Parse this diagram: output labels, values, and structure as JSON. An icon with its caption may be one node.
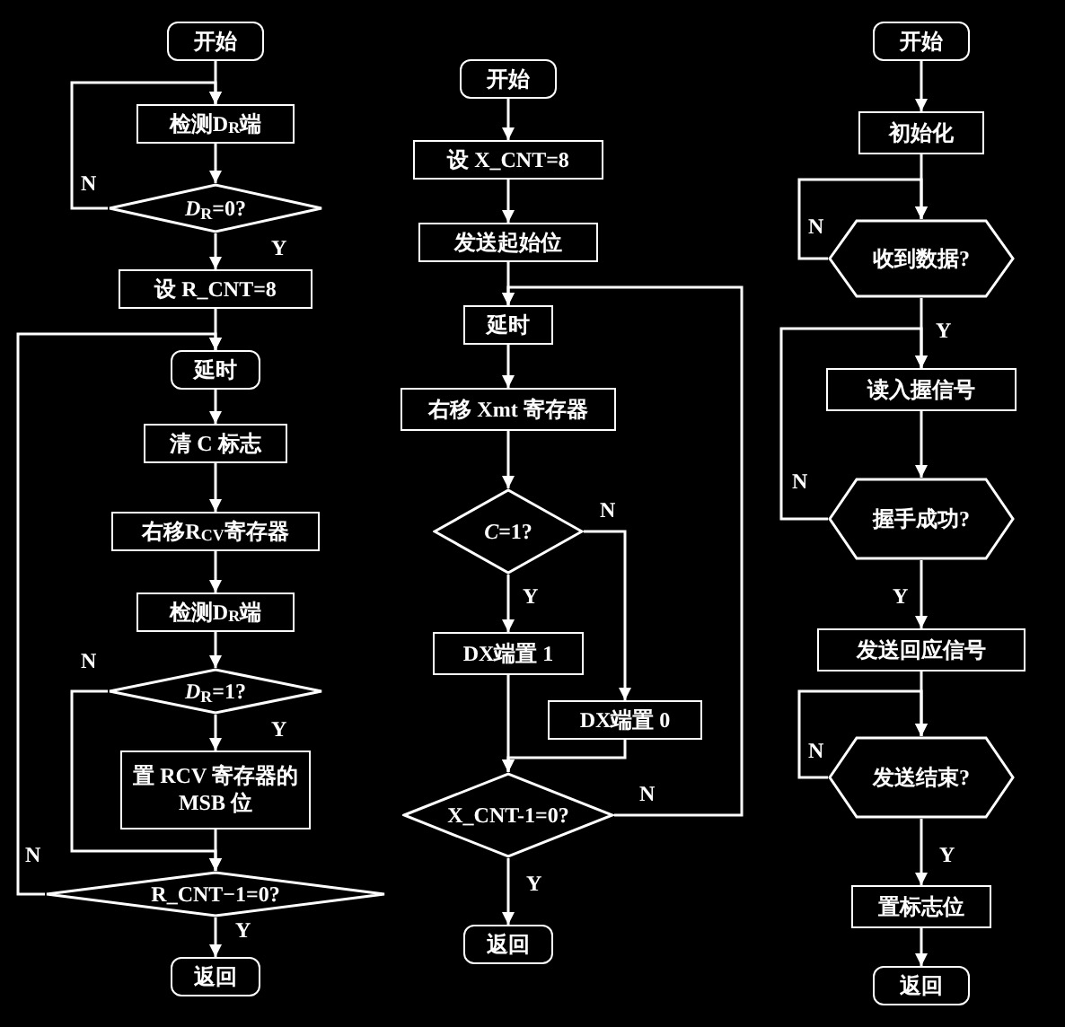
{
  "diagram": {
    "nodes": [
      {
        "text": [
          "开始"
        ]
      },
      {
        "text": [
          "检测D$_{R}$端"
        ]
      },
      {
        "text": [
          "*D*$_{R}$=0?"
        ]
      },
      {
        "text": [
          "设 R_CNT=8"
        ]
      },
      {
        "text": [
          "延时"
        ]
      },
      {
        "text": [
          "清 C 标志"
        ]
      },
      {
        "text": [
          "右移R$_{CV}$寄存器"
        ]
      },
      {
        "text": [
          "检测D$_{R}$端"
        ]
      },
      {
        "text": [
          "*D*$_{R}$=1?"
        ]
      },
      {
        "text": [
          "置 RCV 寄存器的 MSB 位"
        ]
      },
      {
        "text": [
          "R_CNT−1=0?"
        ]
      },
      {
        "text": [
          "返回"
        ]
      },
      {
        "text": [
          "开始"
        ]
      },
      {
        "text": [
          "设 X_CNT=8"
        ]
      },
      {
        "text": [
          "发送起始位"
        ]
      },
      {
        "text": [
          "延时"
        ]
      },
      {
        "text": [
          "右移 Xmt 寄存器"
        ]
      },
      {
        "text": [
          "*C*=1?"
        ]
      },
      {
        "text": [
          "DX端置 1"
        ]
      },
      {
        "text": [
          "DX端置 0"
        ]
      },
      {
        "text": [
          "X_CNT-1=0?"
        ]
      },
      {
        "text": [
          "返回"
        ]
      },
      {
        "text": [
          "开始"
        ]
      },
      {
        "text": [
          "初始化"
        ]
      },
      {
        "text": [
          "收到数据?"
        ]
      },
      {
        "text": [
          "读入握信号"
        ]
      },
      {
        "text": [
          "握手成功?"
        ]
      },
      {
        "text": [
          "发送回应信号"
        ]
      },
      {
        "text": [
          "发送结束?"
        ]
      },
      {
        "text": [
          "置标志位"
        ]
      },
      {
        "text": [
          "返回"
        ]
      }
    ],
    "edges": [
      {
        "from": 0,
        "to": 1,
        "arrow": "to"
      },
      {
        "from": 1,
        "to": 2,
        "arrow": "to"
      },
      {
        "from": 2,
        "to": 1,
        "arrow": "to",
        "label": "N"
      },
      {
        "from": 2,
        "to": 3,
        "arrow": "to",
        "label": "Y"
      },
      {
        "from": 3,
        "to": 4,
        "arrow": "to"
      },
      {
        "from": 4,
        "to": 5,
        "arrow": "to"
      },
      {
        "from": 5,
        "to": 6,
        "arrow": "to"
      },
      {
        "from": 6,
        "to": 7,
        "arrow": "to"
      },
      {
        "from": 7,
        "to": 8,
        "arrow": "to"
      },
      {
        "from": 8,
        "to": 9,
        "arrow": "to",
        "label": "Y"
      },
      {
        "from": 8,
        "to": 10,
        "arrow": "to",
        "label": "N"
      },
      {
        "from": 9,
        "to": 10,
        "arrow": "to"
      },
      {
        "from": 10,
        "to": 4,
        "arrow": "to",
        "label": "N"
      },
      {
        "from": 10,
        "to": 11,
        "arrow": "to",
        "label": "Y"
      },
      {
        "from": 12,
        "to": 13,
        "arrow": "to"
      },
      {
        "from": 13,
        "to": 14,
        "arrow": "to"
      },
      {
        "from": 14,
        "to": 15,
        "arrow": "to"
      },
      {
        "from": 15,
        "to": 16,
        "arrow": "to"
      },
      {
        "from": 16,
        "to": 17,
        "arrow": "to"
      },
      {
        "from": 17,
        "to": 18,
        "arrow": "to",
        "label": "Y"
      },
      {
        "from": 17,
        "to": 19,
        "arrow": "to",
        "label": "N"
      },
      {
        "from": 18,
        "to": 20,
        "arrow": "to"
      },
      {
        "from": 19,
        "to": 20,
        "arrow": "to"
      },
      {
        "from": 20,
        "to": 15,
        "arrow": "to",
        "label": "N"
      },
      {
        "from": 20,
        "to": 21,
        "arrow": "to",
        "label": "Y"
      },
      {
        "from": 22,
        "to": 23,
        "arrow": "to"
      },
      {
        "from": 23,
        "to": 24,
        "arrow": "to"
      },
      {
        "from": 24,
        "to": 24,
        "arrow": "to",
        "label": "N"
      },
      {
        "from": 24,
        "to": 25,
        "arrow": "to",
        "label": "Y"
      },
      {
        "from": 25,
        "to": 26,
        "arrow": "to"
      },
      {
        "from": 26,
        "to": 25,
        "arrow": "to",
        "label": "N"
      },
      {
        "from": 26,
        "to": 27,
        "arrow": "to",
        "label": "Y"
      },
      {
        "from": 27,
        "to": 28,
        "arrow": "to"
      },
      {
        "from": 28,
        "to": 28,
        "arrow": "to",
        "label": "N"
      },
      {
        "from": 28,
        "to": 29,
        "arrow": "to",
        "label": "Y"
      },
      {
        "from": 29,
        "to": 30,
        "arrow": "to"
      }
    ]
  }
}
